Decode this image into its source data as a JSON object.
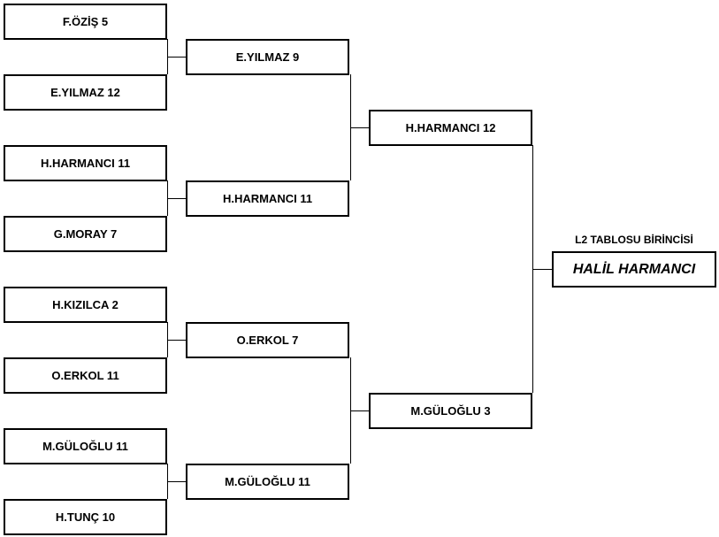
{
  "round1": [
    "F.ÖZİŞ  5",
    "E.YILMAZ  12",
    "H.HARMANCI  11",
    "G.MORAY  7",
    "H.KIZILCA  2",
    "O.ERKOL  11",
    "M.GÜLOĞLU  11",
    "H.TUNÇ  10"
  ],
  "round2": [
    "E.YILMAZ  9",
    "H.HARMANCI  11",
    "O.ERKOL  7",
    "M.GÜLOĞLU  11"
  ],
  "round3": [
    "H.HARMANCI  12",
    "M.GÜLOĞLU  3"
  ],
  "champion": {
    "label": "L2 TABLOSU BİRİNCİSİ",
    "name": "HALİL HARMANCI"
  }
}
